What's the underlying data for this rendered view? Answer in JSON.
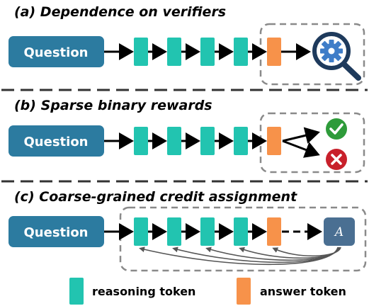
{
  "panels": [
    {
      "title": "(a) Dependence on verifiers",
      "question_label": "Question"
    },
    {
      "title": "(b) Sparse binary rewards",
      "question_label": "Question"
    },
    {
      "title": "(c) Coarse-grained credit assignment",
      "question_label": "Question",
      "advantage_label": "A"
    }
  ],
  "legend": {
    "reasoning_label": "reasoning token",
    "answer_label": "answer token"
  },
  "colors": {
    "question_box": "#2c7ba0",
    "reasoning_token": "#22c4b0",
    "answer_token": "#f7924a",
    "advantage_box": "#4a6f92",
    "check": "#2e9b3a",
    "cross": "#c8202b",
    "gear": "#3f7dc8",
    "dashed": "#8a8a8a"
  },
  "icons": {
    "verifier": "magnifier-gear-icon",
    "correct": "check-circle-icon",
    "incorrect": "x-circle-icon"
  }
}
